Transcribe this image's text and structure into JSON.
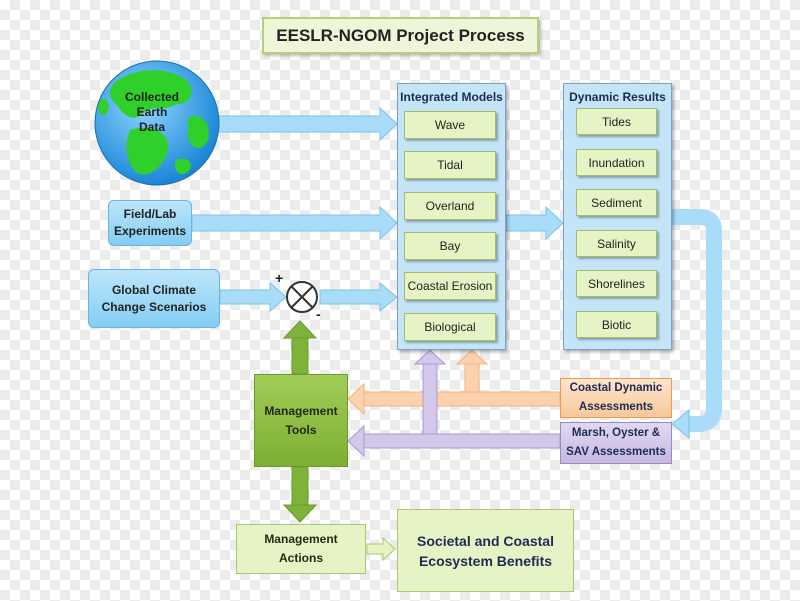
{
  "title": "EESLR-NGOM Project Process",
  "inputs": {
    "earth_label_lines": [
      "Collected",
      "Earth",
      "Data"
    ],
    "field_lab_lines": [
      "Field/Lab",
      "Experiments"
    ],
    "climate_lines": [
      "Global Climate",
      "Change Scenarios"
    ]
  },
  "summing_junction": {
    "plus": "+",
    "minus": "-"
  },
  "integrated_models": {
    "title": "Integrated Models",
    "items": [
      "Wave",
      "Tidal",
      "Overland",
      "Bay",
      "Coastal Erosion",
      "Biological"
    ]
  },
  "dynamic_results": {
    "title": "Dynamic Results",
    "items": [
      "Tides",
      "Inundation",
      "Sediment",
      "Salinity",
      "Shorelines",
      "Biotic"
    ]
  },
  "assessments": {
    "coastal_dynamic_lines": [
      "Coastal Dynamic",
      "Assessments"
    ],
    "marsh_lines": [
      "Marsh, Oyster &",
      "SAV Assessments"
    ]
  },
  "management_tools_lines": [
    "Management",
    "Tools"
  ],
  "management_actions_lines": [
    "Management",
    "Actions"
  ],
  "benefits_lines": [
    "Societal and Coastal",
    "Ecosystem Benefits"
  ],
  "colors": {
    "blue_arrow": "#a8dcf8",
    "green_arrow": "#7fb23a",
    "orange_arrow": "#fbd2ad",
    "purple_arrow": "#d3c8ea",
    "panel_fill": "#c4e4f7",
    "ocean": "#2ea0e6",
    "land": "#2fd02a"
  }
}
